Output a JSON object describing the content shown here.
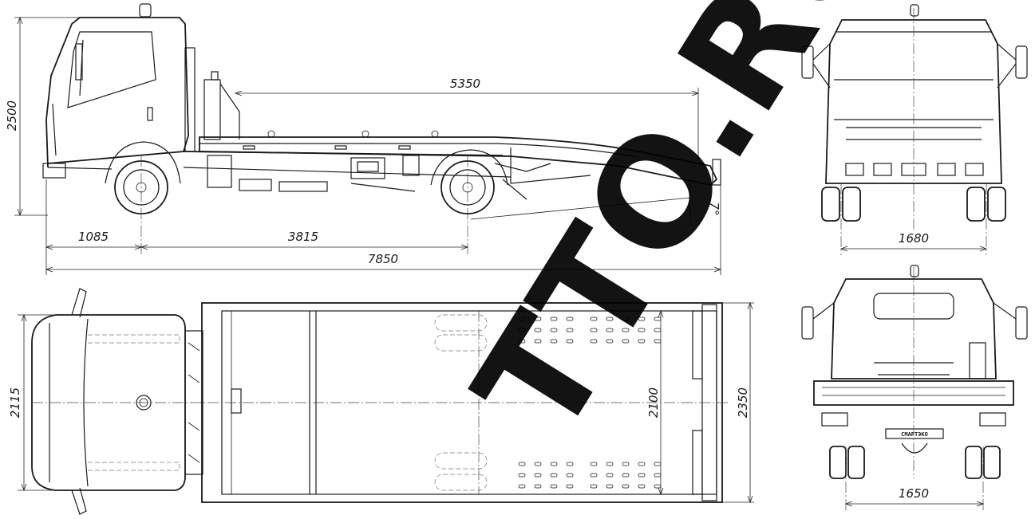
{
  "drawing": {
    "dimensions": {
      "height_total": "2500",
      "platform_length": "5350",
      "front_overhang": "1085",
      "wheelbase": "3815",
      "overall_length": "7850",
      "loading_angle": "7°",
      "front_track": "1680",
      "cab_width": "2115",
      "platform_inner_width": "2100",
      "platform_width": "2350",
      "rear_track": "1650"
    },
    "plate_text": "СМАРТЭКО",
    "watermark_text": "TTO.RU"
  }
}
